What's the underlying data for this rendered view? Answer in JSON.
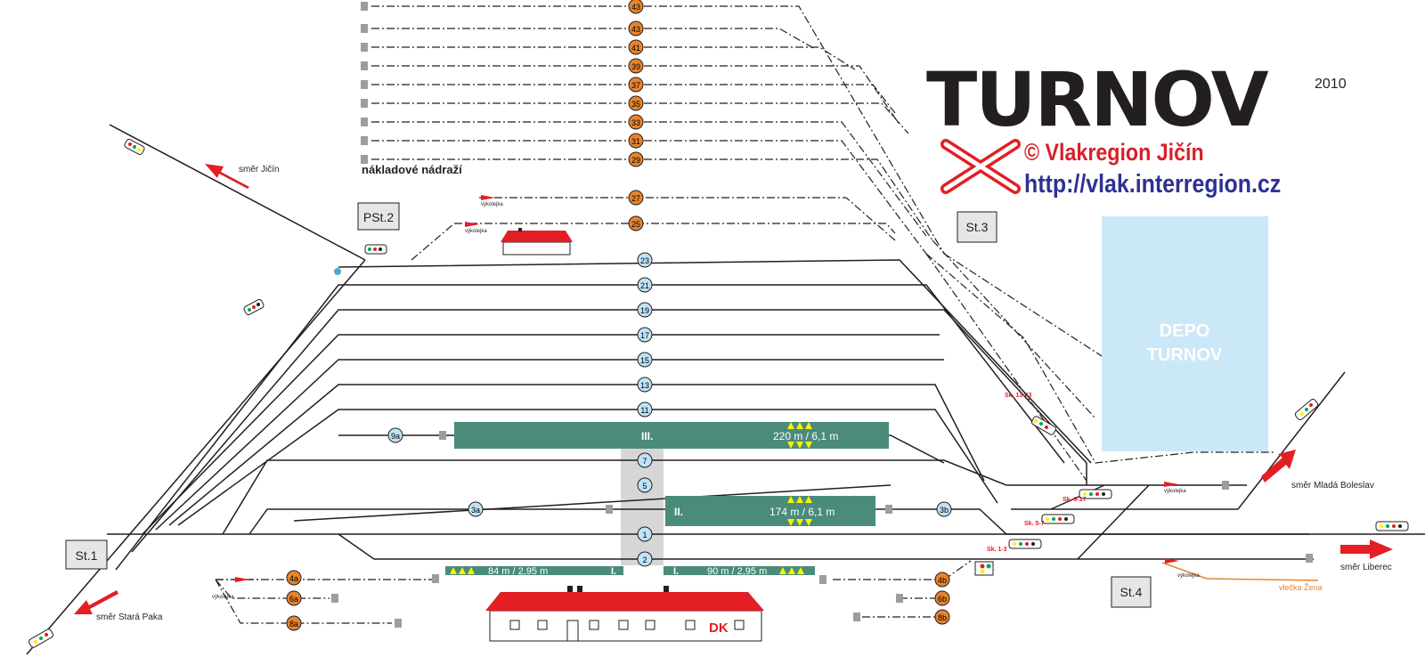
{
  "header": {
    "title": "TURNOV",
    "year": "2010",
    "copyright": "© Vlakregion Jičín",
    "url": "http://vlak.interregion.cz"
  },
  "colors": {
    "track": "#231f20",
    "platform": "#4a8b7a",
    "station_roof": "#e31e24",
    "track_badge_blue": "#bfe3f6",
    "track_badge_orange": "#e7842d",
    "depot": "#cbe8f8",
    "direction_arrow": "#e31e24",
    "height_marker": "#fff200",
    "siding_line": "#e7842d"
  },
  "labels": {
    "freight_station": "nákladové nádraží",
    "depot_line1": "DEPO",
    "depot_line2": "TURNOV",
    "dk": "DK",
    "siding_zena": "vlečka Žena"
  },
  "posts": [
    {
      "id": "pst2",
      "label": "PSt.2"
    },
    {
      "id": "st1",
      "label": "St.1"
    },
    {
      "id": "st3",
      "label": "St.3"
    },
    {
      "id": "st4",
      "label": "St.4"
    }
  ],
  "directions": [
    {
      "id": "jicin",
      "label": "směr Jičín",
      "icon": "arrow-up-left-icon"
    },
    {
      "id": "stara-paka",
      "label": "směr Stará Paka",
      "icon": "arrow-down-left-icon"
    },
    {
      "id": "mlada-boleslav",
      "label": "směr Mladá Boleslav",
      "icon": "arrow-up-right-icon"
    },
    {
      "id": "liberec",
      "label": "směr Liberec",
      "icon": "arrow-right-icon"
    }
  ],
  "tracks_blue": [
    "23",
    "21",
    "19",
    "17",
    "15",
    "13",
    "11",
    "9a",
    "7",
    "5",
    "3a",
    "3b",
    "1",
    "2"
  ],
  "tracks_orange": [
    "43",
    "43",
    "41",
    "39",
    "37",
    "35",
    "33",
    "31",
    "29",
    "27",
    "25",
    "4a",
    "6a",
    "8a",
    "4b",
    "6b",
    "8b"
  ],
  "platforms": [
    {
      "id": "III",
      "number": "III.",
      "info": "220 m / 6,1 m"
    },
    {
      "id": "II",
      "number": "II.",
      "info": "174 m / 6,1 m"
    },
    {
      "id": "I-west",
      "number": "I.",
      "info": "84 m / 2,95 m"
    },
    {
      "id": "I-east",
      "number": "I.",
      "info": "90 m / 2,95 m"
    }
  ],
  "derailers": [
    "výkolejka",
    "výkolejka",
    "výkolejka",
    "výkolejka",
    "výkolejka"
  ],
  "signal_groups": [
    "Sk. 13-43",
    "Sk. 9-17",
    "Sk. 5-7",
    "Sk. 1-3"
  ]
}
